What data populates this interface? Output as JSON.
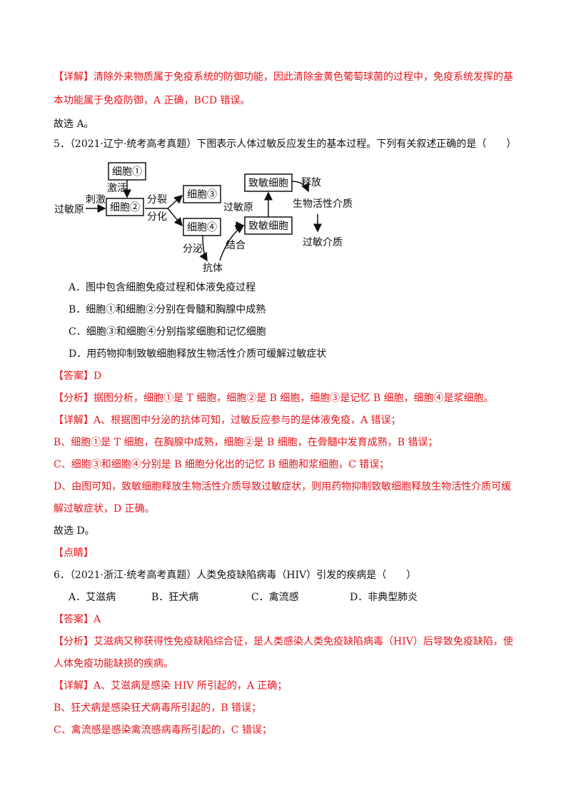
{
  "q4": {
    "detail_1": "【详解】清除外来物质属于免疫系统的防御功能，因此清除金黄色葡萄球菌的过程中，免疫系统发挥的基",
    "detail_2": "本功能属于免疫防御，A 正确，BCD 错误。",
    "conclusion": "故选 A。"
  },
  "q5": {
    "stem": "5．（2021·辽宁·统考高考真题）下图表示人体过敏反应发生的基本过程。下列有关叙述正确的是（　　）",
    "diagram": {
      "cell1": "细胞①",
      "cell2": "细胞②",
      "cell3": "细胞③",
      "cell4": "细胞④",
      "sensitized_top": "致敏细胞",
      "sensitized_mid": "致敏细胞",
      "allergen_left": "过敏原",
      "allergen_mid": "过敏原",
      "activate": "激活",
      "stimulate": "刺激",
      "divide": "分裂",
      "differentiate": "分化",
      "secrete": "分泌",
      "bind": "结合",
      "antibody": "抗体",
      "release": "释放",
      "active_mediator": "生物活性介质",
      "allergic_mediator": "过敏介质"
    },
    "options": [
      "A．图中包含细胞免疫过程和体液免疫过程",
      "B．细胞①和细胞②分别在骨髓和胸腺中成熟",
      "C．细胞③和细胞④分别指浆细胞和记忆细胞",
      "D．用药物抑制致敏细胞释放生物活性介质可缓解过敏症状"
    ],
    "answer": "【答案】D",
    "analysis": "【分析】据图分析，细胞①是 T 细胞，细胞②是 B 细胞，细胞③是记忆 B 细胞，细胞④是浆细胞。",
    "detail_a": "【详解】A、根据图中分泌的抗体可知，过敏反应参与的是体液免疫，A 错误；",
    "detail_b": "B、细胞①是 T 细胞，在胸腺中成熟，细胞②是 B 细胞，在骨髓中发育成熟，B 错误；",
    "detail_c": "C、细胞③和细胞④分别是 B 细胞分化出的记忆 B 细胞和浆细胞，C 错误；",
    "detail_d1": "D、由图可知，致敏细胞释放生物活性介质导致过敏症状，则用药物抑制致敏细胞释放生物活性介质可缓",
    "detail_d2": "解过敏症状，D 正确。",
    "conclusion": "故选 D。",
    "comment": "【点睛】"
  },
  "q6": {
    "stem": "6．（2021·浙江·统考高考真题）人类免疫缺陷病毒（HIV）引发的疾病是（　　）",
    "options": [
      "A．艾滋病",
      "B．狂犬病",
      "C．禽流感",
      "D．非典型肺炎"
    ],
    "answer": "【答案】A",
    "analysis_1": "【分析】艾滋病又称获得性免疫缺陷综合征，是人类感染人类免疫缺陷病毒（HIV）后导致免疫缺陷，使",
    "analysis_2": "人体免疫功能缺损的疾病。",
    "detail_a": "【详解】A、艾滋病是感染 HIV 所引起的，A 正确；",
    "detail_b": "B、狂犬病是感染狂犬病毒所引起的，B 错误；",
    "detail_c": "C、禽流感是感染禽流感病毒所引起的，C 错误；"
  }
}
